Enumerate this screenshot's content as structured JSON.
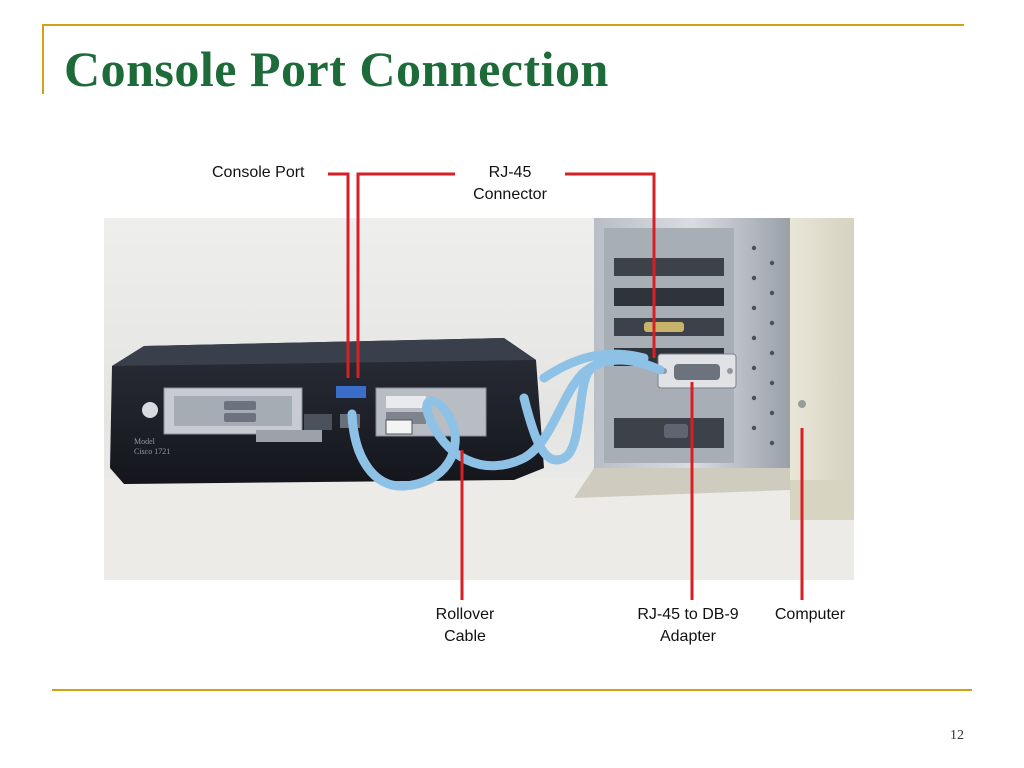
{
  "slide": {
    "title": "Console Port Connection",
    "page_number": "12"
  },
  "figure": {
    "labels": {
      "console_port": "Console Port",
      "rj45_line1": "RJ-45",
      "rj45_line2": "Connector",
      "rollover_line1": "Rollover",
      "rollover_line2": "Cable",
      "adapter_line1": "RJ-45 to DB-9",
      "adapter_line2": "Adapter",
      "computer": "Computer"
    },
    "router_model_text": "Model\nCisco 1721",
    "colors": {
      "callout_line": "#d91f26",
      "cable": "#8ec1e6",
      "title": "#1e6b3a",
      "frame_accent": "#d4a017"
    }
  }
}
